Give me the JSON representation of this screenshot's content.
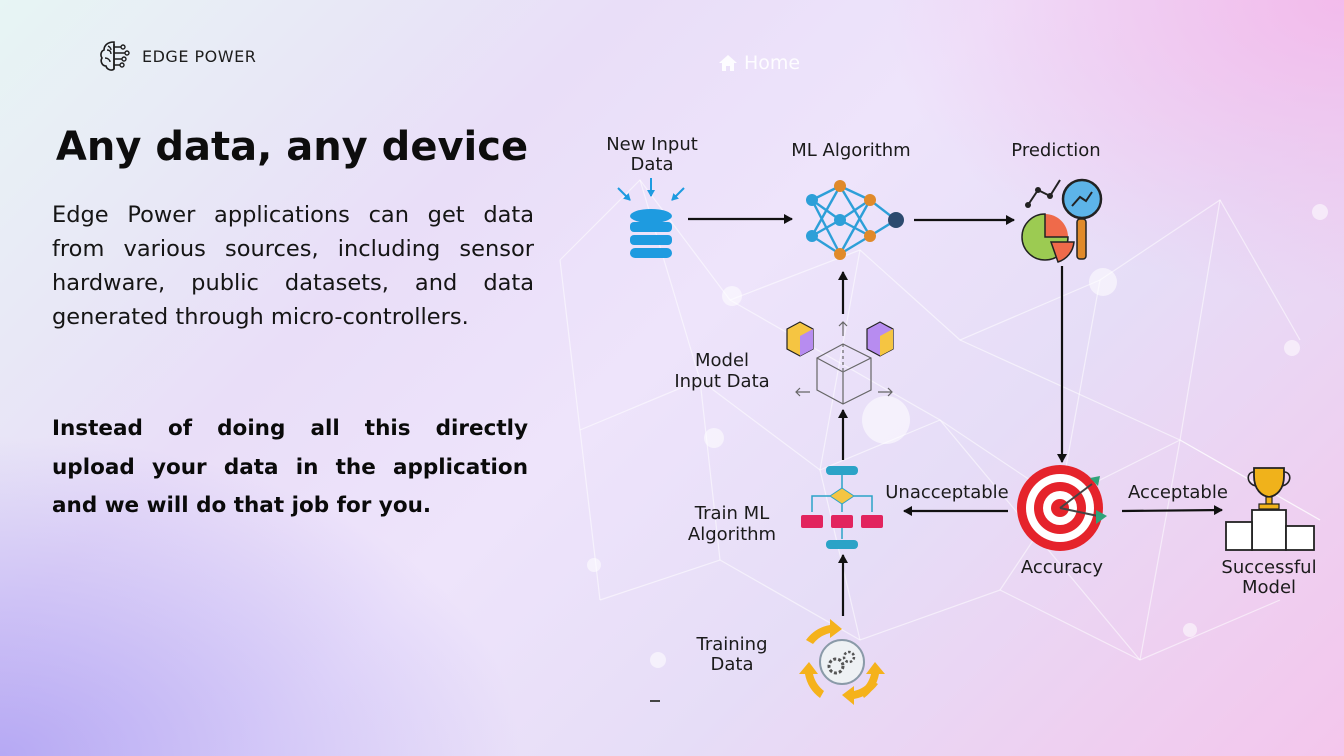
{
  "brand": {
    "name": "EDGE POWER",
    "logo_icon": "brain-circuit-icon"
  },
  "nav": {
    "home_label": "Home",
    "home_icon": "home-icon"
  },
  "hero": {
    "headline": "Any data, any device",
    "description": "Edge Power applications can get data from various sources, including sensor hardware, public datasets, and data generated through micro-controllers.",
    "cta_text": "Instead of doing all this directly upload your data in the application and we will do that job for you."
  },
  "diagram": {
    "new_input_data": [
      "New Input",
      "Data"
    ],
    "ml_algorithm": "ML Algorithm",
    "prediction": "Prediction",
    "model_input_data": [
      "Model",
      "Input Data"
    ],
    "train_ml_algorithm": [
      "Train ML",
      "Algorithm"
    ],
    "unacceptable": "Unacceptable",
    "acceptable": "Acceptable",
    "accuracy": "Accuracy",
    "successful_model": [
      "Successful",
      "Model"
    ],
    "training_data": [
      "Training",
      "Data"
    ]
  },
  "colors": {
    "database": "#1e9be0",
    "network_node": "#2d9fd8",
    "network_accent": "#e08a2a",
    "target_red": "#e5232b",
    "arrow": "#111111",
    "trophy": "#f0b21b"
  }
}
